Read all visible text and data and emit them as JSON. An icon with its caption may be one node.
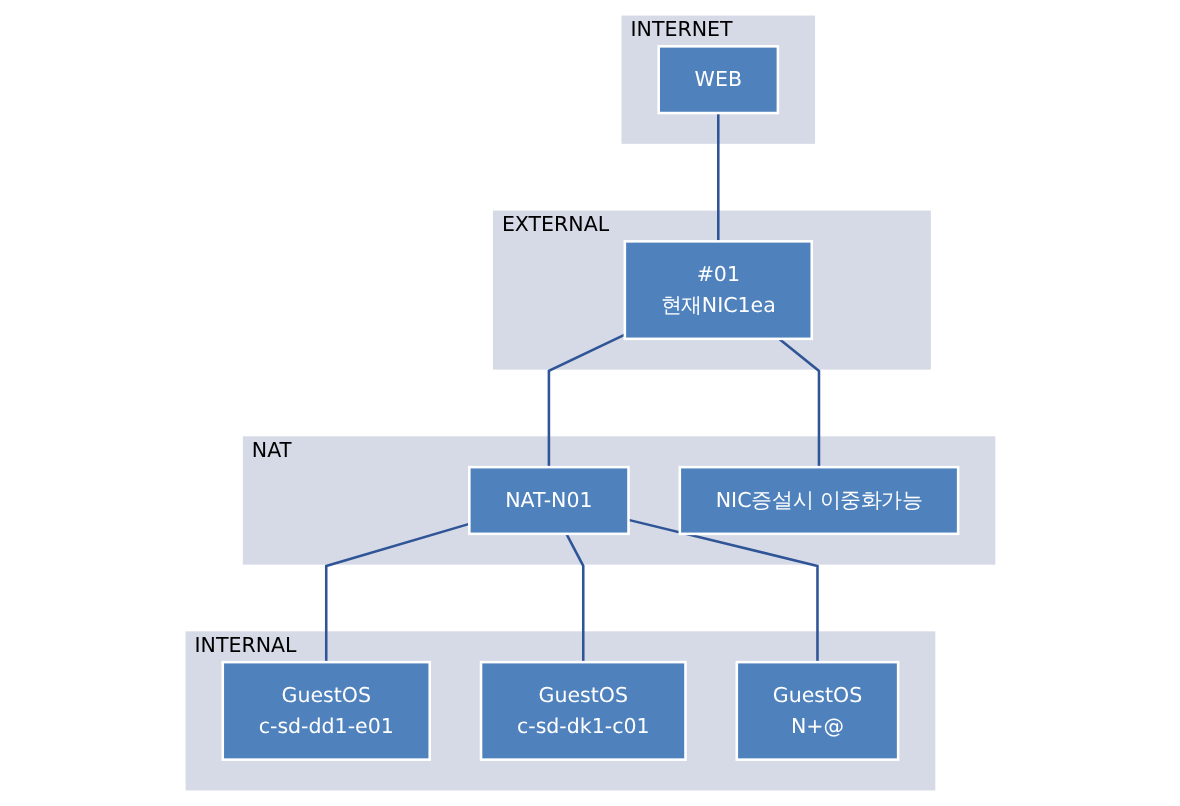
{
  "diagram": {
    "nodes": [
      {
        "text": [
          "INTERNET"
        ]
      },
      {
        "text": [
          "WEB"
        ],
        "in": 0
      },
      {
        "text": [
          "EXTERNAL"
        ]
      },
      {
        "text": [
          "#01",
          "현재NIC1ea"
        ],
        "in": 2
      },
      {
        "text": [
          "NAT"
        ]
      },
      {
        "text": [
          "NAT-N01"
        ],
        "in": 4
      },
      {
        "text": [
          "NIC증설시 이중화가능"
        ],
        "in": 4
      },
      {
        "text": [
          "INTERNAL"
        ]
      },
      {
        "text": [
          "GuestOS",
          "c-sd-dd1-e01"
        ],
        "in": 7
      },
      {
        "text": [
          "GuestOS",
          "c-sd-dk1-c01"
        ],
        "in": 7
      },
      {
        "text": [
          "GuestOS",
          "N+@"
        ],
        "in": 7
      }
    ],
    "edges": [
      {
        "from": 1,
        "to": 3,
        "arrow": "none"
      },
      {
        "from": 3,
        "to": 5,
        "arrow": "none"
      },
      {
        "from": 3,
        "to": 6,
        "arrow": "none"
      },
      {
        "from": 5,
        "to": 8,
        "arrow": "none"
      },
      {
        "from": 5,
        "to": 9,
        "arrow": "none"
      },
      {
        "from": 5,
        "to": 10,
        "arrow": "none"
      }
    ]
  }
}
